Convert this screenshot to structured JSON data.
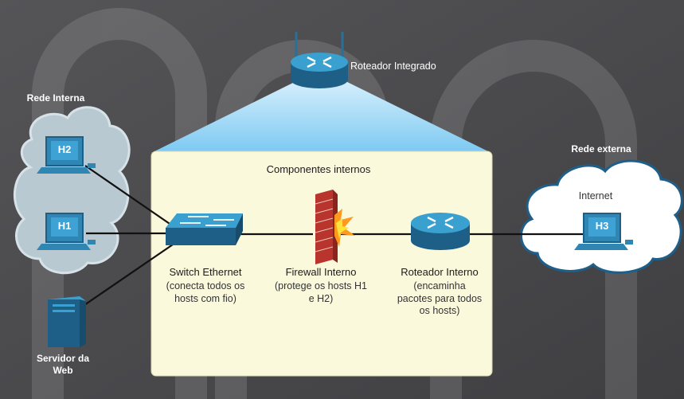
{
  "integrated_router": {
    "label": "Roteador Integrado"
  },
  "internal_network": {
    "label": "Rede Interna"
  },
  "external_network": {
    "label": "Rede externa",
    "cloud_label": "Internet"
  },
  "internal_components": {
    "title": "Componentes internos"
  },
  "hosts": {
    "h1": "H1",
    "h2": "H2",
    "h3": "H3"
  },
  "web_server": {
    "label": "Servidor da Web"
  },
  "switch": {
    "name": "Switch Ethernet",
    "desc": "(conecta todos os hosts com fio)"
  },
  "firewall": {
    "name": "Firewall Interno",
    "desc": "(protege os hosts H1 e H2)"
  },
  "router": {
    "name": "Roteador Interno",
    "desc": "(encaminha pacotes para todos os hosts)"
  },
  "colors": {
    "background": "#4c4c4e",
    "panel": "#fbf9dc",
    "beam": "#8fd1f5",
    "device_blue": "#2f86b3",
    "cloud_internal": "#b8c8d0",
    "cloud_external": "#ffffff",
    "firewall_brick": "#b8342c"
  }
}
